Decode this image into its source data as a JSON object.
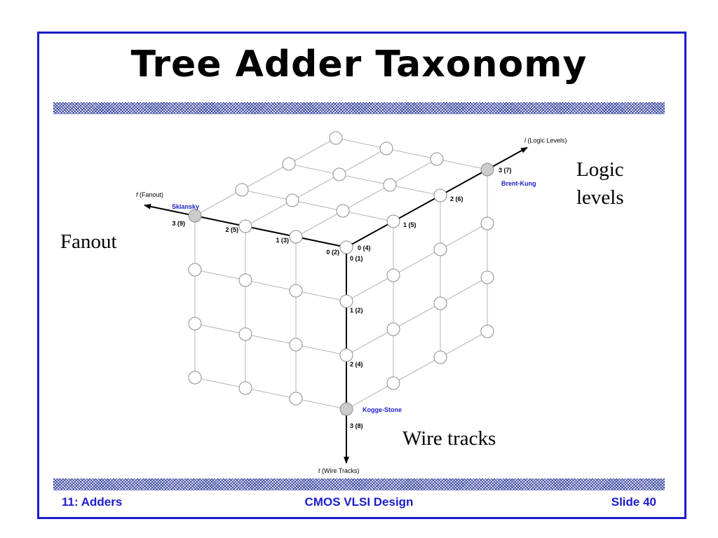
{
  "slide": {
    "title": "Tree Adder Taxonomy",
    "footer_left": "11: Adders",
    "footer_center": "CMOS VLSI Design",
    "footer_right": "Slide 40",
    "label_logic_levels": "Logic\nlevels",
    "label_fanout": "Fanout",
    "label_wire_tracks": "Wire tracks"
  },
  "diagram": {
    "axes": {
      "logic": {
        "var": "l",
        "name": "(Logic Levels)"
      },
      "fanout": {
        "var": "f",
        "name": "(Fanout)"
      },
      "wire": {
        "var": "t",
        "name": "(Wire Tracks)"
      }
    },
    "logic_ticks": [
      "0 (4)",
      "1 (5)",
      "2 (6)",
      "3 (7)"
    ],
    "fanout_ticks": [
      "0 (2)",
      "1 (3)",
      "2 (5)",
      "3 (9)"
    ],
    "wire_ticks": [
      "0 (1)",
      "1 (2)",
      "2 (4)",
      "3 (8)"
    ],
    "named_adders": {
      "logic_extreme": "Brent-Kung",
      "fanout_extreme": "Sklansky",
      "wire_extreme": "Kogge-Stone"
    },
    "grid_size": 4,
    "colors": {
      "frame": "#1c1ccc",
      "adder_name": "#1c1ccc",
      "highlight_node": "#cccccc"
    }
  }
}
